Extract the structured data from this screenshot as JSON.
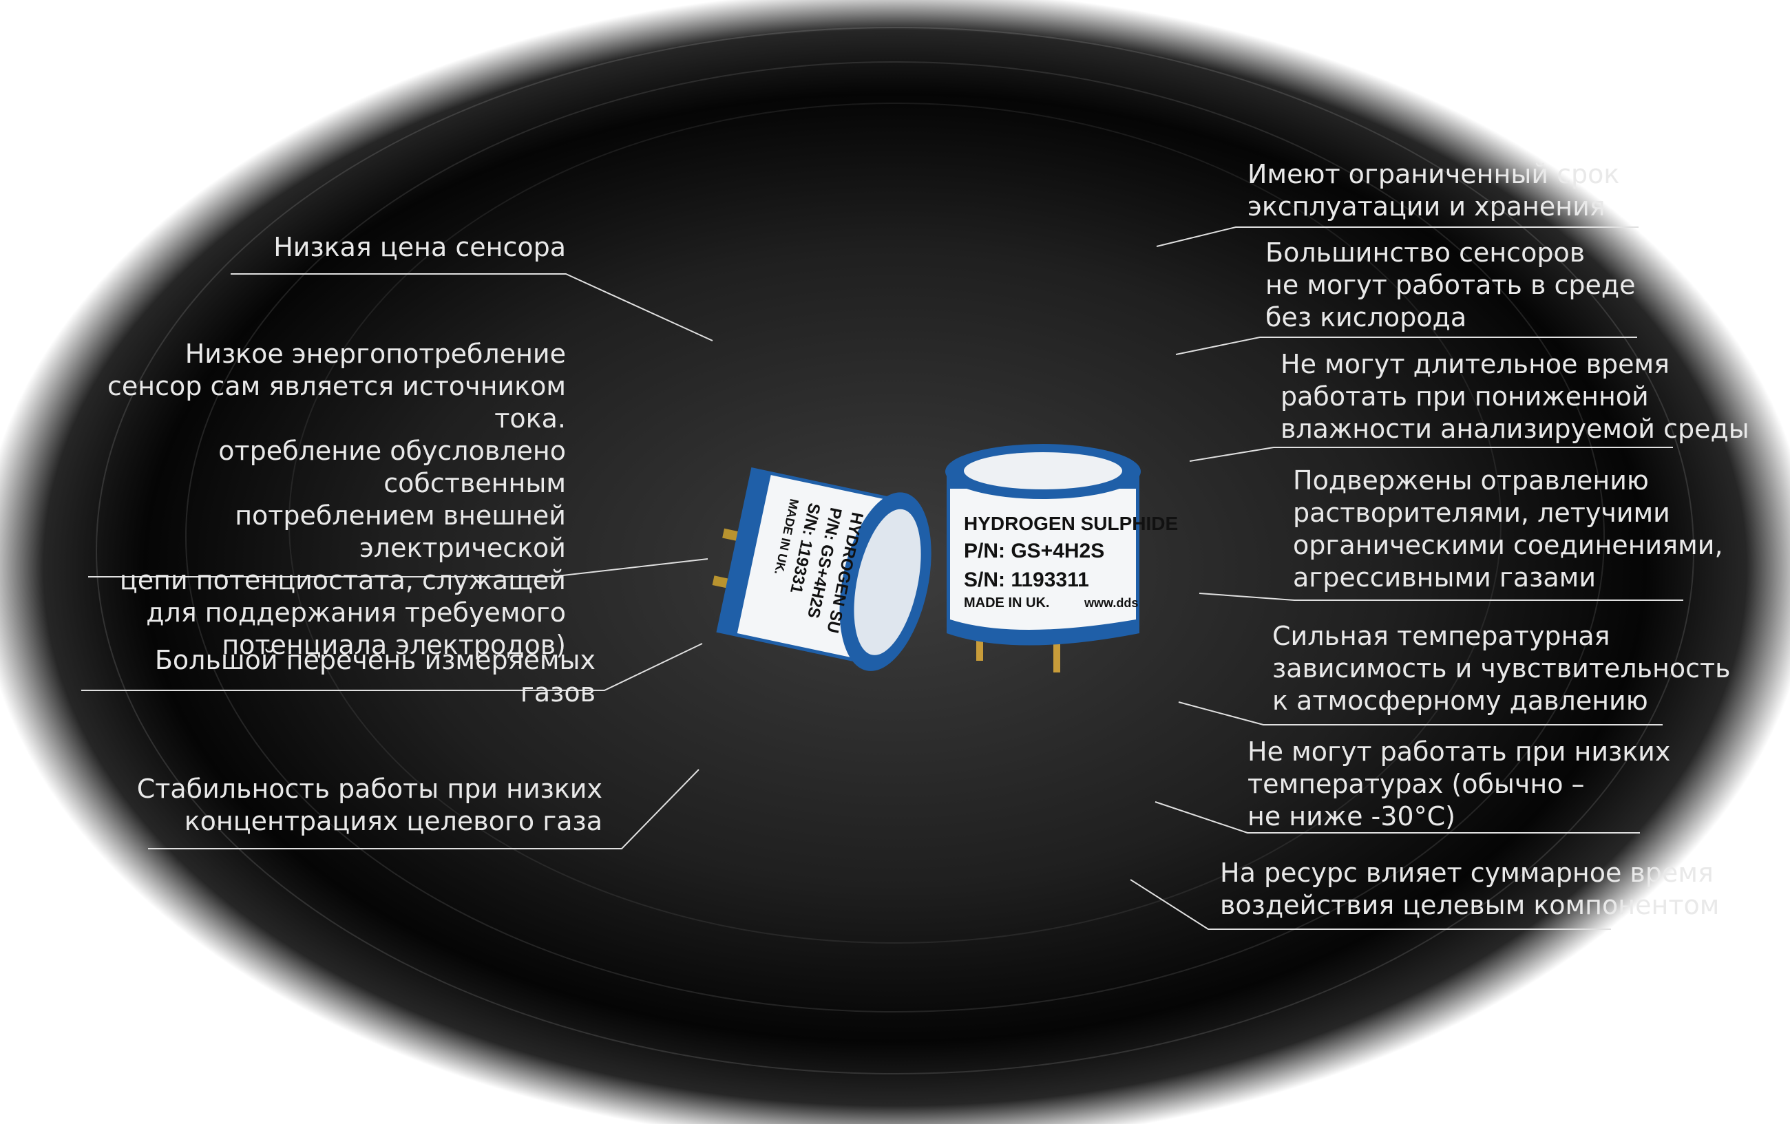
{
  "advantages": [
    "Низкая цена сенсора",
    "Низкое энергопотребление\nсенсор сам является источником тока.\nотребление обусловлено собственным\nпотреблением внешней электрической\nцепи потенциостата, служащей\nдля поддержания требуемого\nпотенциала электродов)",
    "Большой перечень измеряемых газов",
    "Стабильность работы при низких\nконцентрациях целевого газа"
  ],
  "disadvantages": [
    "Имеют ограниченный срок\nэксплуатации и хранения",
    "Большинство сенсоров\nне могут работать в среде\nбез кислорода",
    "Не могут длительное время\nработать при пониженной\nвлажности анализируемой среды",
    "Подвержены отравлению\nрастворителями, летучими\nорганическими соединениями,\nагрессивными газами",
    "Сильная температурная\nзависимость и чувствительность\nк атмосферному давлению",
    "Не могут работать при низких\nтемпературах (обычно –\nне ниже -30°C)",
    "На ресурс влияет суммарное время\nвоздействия целевым компонентом"
  ],
  "sensor_front": {
    "line1": "HYDROGEN SULPHIDE",
    "line2": "P/N: GS+4H2S",
    "line3": "S/N: 1193311",
    "line4": "MADE IN UK.",
    "line5": "www.dds"
  },
  "sensor_back": {
    "line1": "HYDROGEN SU",
    "line2": "P/N: GS+4H2S",
    "line3": "S/N: 119331",
    "line4": "MADE IN UK."
  },
  "colors": {
    "background_center": "#3a3a3a",
    "background_edge": "#000000",
    "callout_text": "#e9e9e9",
    "leader_line": "#e0e0e0",
    "sensor_blue": "#1f5fa8",
    "sensor_white": "#f4f6f8"
  }
}
